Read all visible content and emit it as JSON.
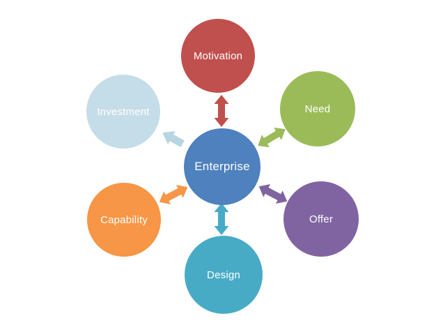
{
  "diagram": {
    "background": "#FFFFFF",
    "text_color": "#FFFFFF",
    "center": {
      "label": "Enterprise",
      "color": "#4E81BD"
    },
    "nodes": [
      {
        "id": "motivation",
        "label": "Motivation",
        "position": "top",
        "color": "#C0504D",
        "arrow": {
          "type": "double",
          "color": "#C0504D",
          "connects": "enterprise-motivation"
        }
      },
      {
        "id": "need",
        "label": "Need",
        "position": "top-right",
        "color": "#9BBB59",
        "arrow": {
          "type": "double",
          "color": "#9BBB59",
          "connects": "enterprise-need"
        }
      },
      {
        "id": "offer",
        "label": "Offer",
        "position": "bottom-right",
        "color": "#8064A2",
        "arrow": {
          "type": "double",
          "color": "#8064A2",
          "connects": "enterprise-offer"
        }
      },
      {
        "id": "design",
        "label": "Design",
        "position": "bottom",
        "color": "#48ABC6",
        "arrow": {
          "type": "double",
          "color": "#48ABC6",
          "connects": "enterprise-design"
        }
      },
      {
        "id": "capability",
        "label": "Capability",
        "position": "bottom-left",
        "color": "#F79646",
        "arrow": {
          "type": "double",
          "color": "#F79646",
          "connects": "enterprise-capability"
        }
      },
      {
        "id": "investment",
        "label": "Investment",
        "position": "top-left",
        "color": "#C5DDE8",
        "arrow": {
          "type": "single",
          "color": "#B7D6E2",
          "direction": "outward",
          "connects": "enterprise-investment"
        }
      }
    ]
  }
}
